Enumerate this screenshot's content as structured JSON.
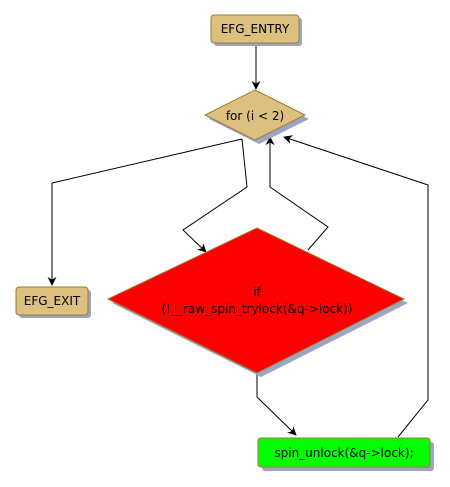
{
  "diagram": {
    "nodes": {
      "entry": {
        "label": "EFG_ENTRY",
        "fill": "#dcc07f"
      },
      "loop": {
        "label": "for (i < 2)",
        "fill": "#dcc07f"
      },
      "exit": {
        "label": "EFG_EXIT",
        "fill": "#dcc07f"
      },
      "cond": {
        "label_line1": "if",
        "label_line2": "(!__raw_spin_trylock(&q->lock))",
        "fill": "#ff0000"
      },
      "unlock": {
        "label": "spin_unlock(&q->lock);",
        "fill": "#00ff00"
      }
    },
    "edges": [
      {
        "from": "entry",
        "to": "loop"
      },
      {
        "from": "loop",
        "to": "exit"
      },
      {
        "from": "loop",
        "to": "cond"
      },
      {
        "from": "cond",
        "to": "loop"
      },
      {
        "from": "cond",
        "to": "unlock"
      },
      {
        "from": "unlock",
        "to": "loop"
      }
    ],
    "colors": {
      "shadow": "#9aa7c4",
      "border": "#a07a2e",
      "edge": "#000000"
    }
  }
}
